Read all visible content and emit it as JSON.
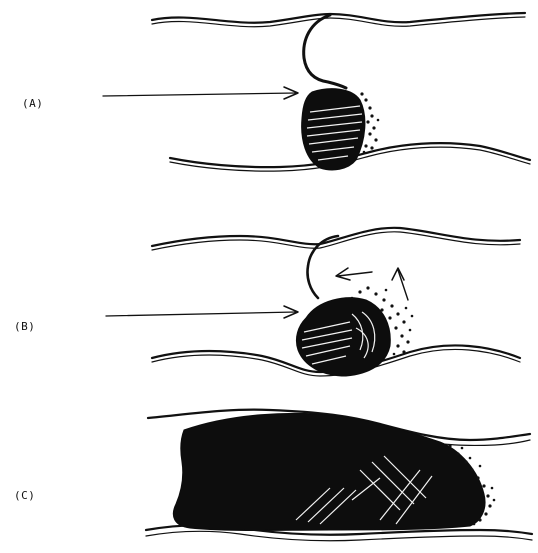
{
  "panels": [
    {
      "label": "(A)"
    },
    {
      "label": "(B)"
    },
    {
      "label": "(C)"
    }
  ],
  "colors": {
    "ink": "#111111",
    "background": "#ffffff"
  }
}
